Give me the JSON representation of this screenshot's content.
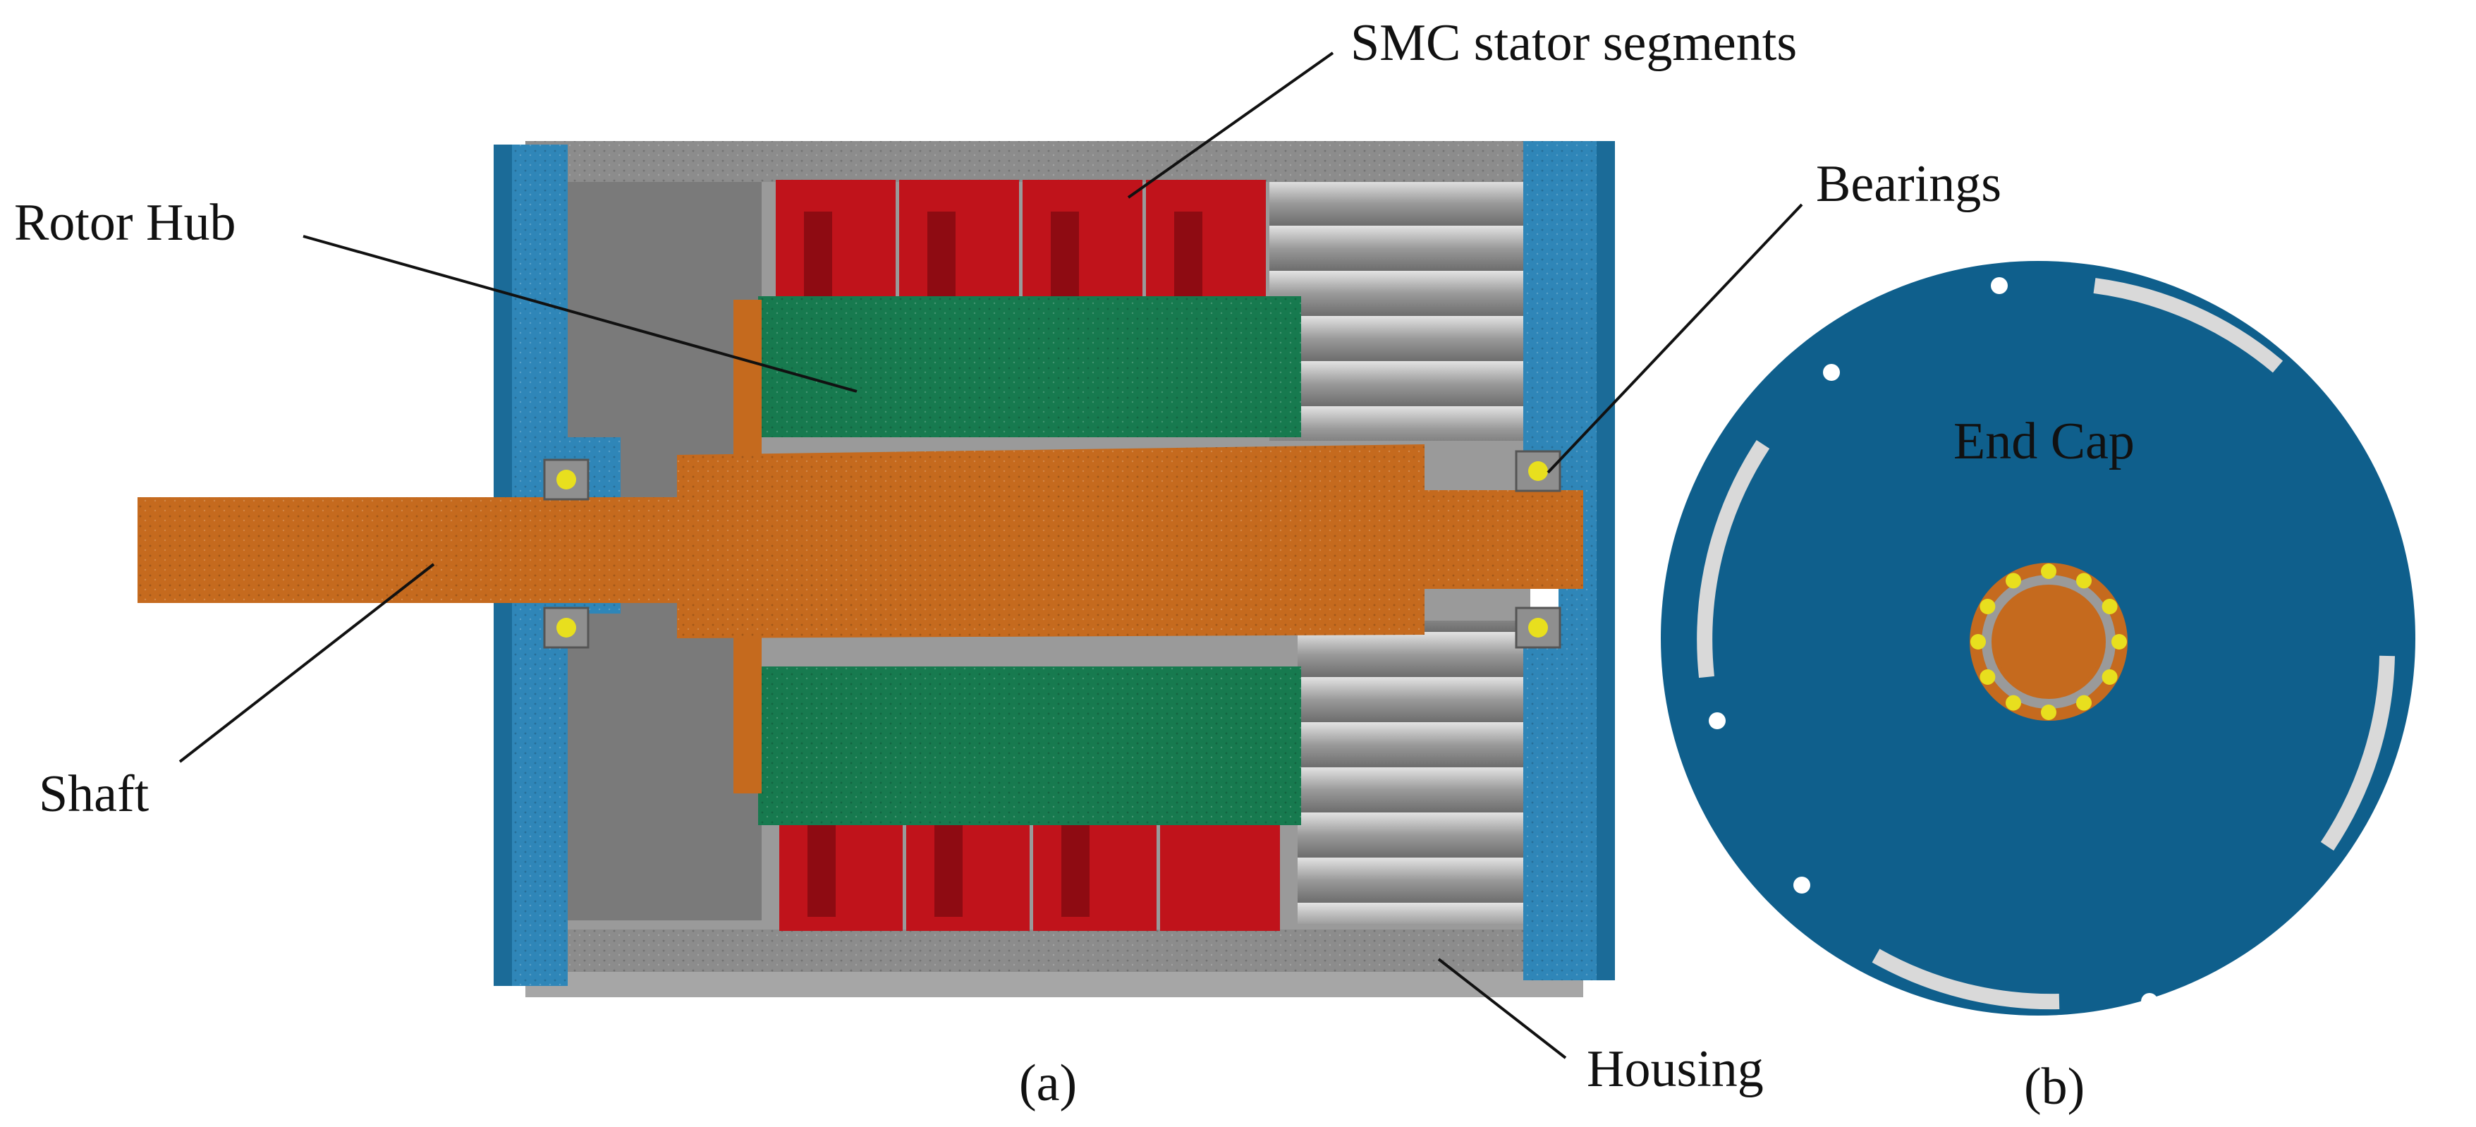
{
  "labels": {
    "smc": "SMC stator segments",
    "rotor_hub": "Rotor Hub",
    "bearings": "Bearings",
    "shaft": "Shaft",
    "housing": "Housing",
    "end_cap": "End Cap",
    "panel_a": "(a)",
    "panel_b": "(b)"
  },
  "colors": {
    "housing_grey": "#8c8c8c",
    "end_plate_blue": "#2f86b8",
    "end_cap_blue": "#0f5f8c",
    "stator_red": "#c0131b",
    "rotor_green": "#177a4f",
    "shaft_orange": "#c56a1e",
    "ball_yellow": "#e8df1e"
  }
}
